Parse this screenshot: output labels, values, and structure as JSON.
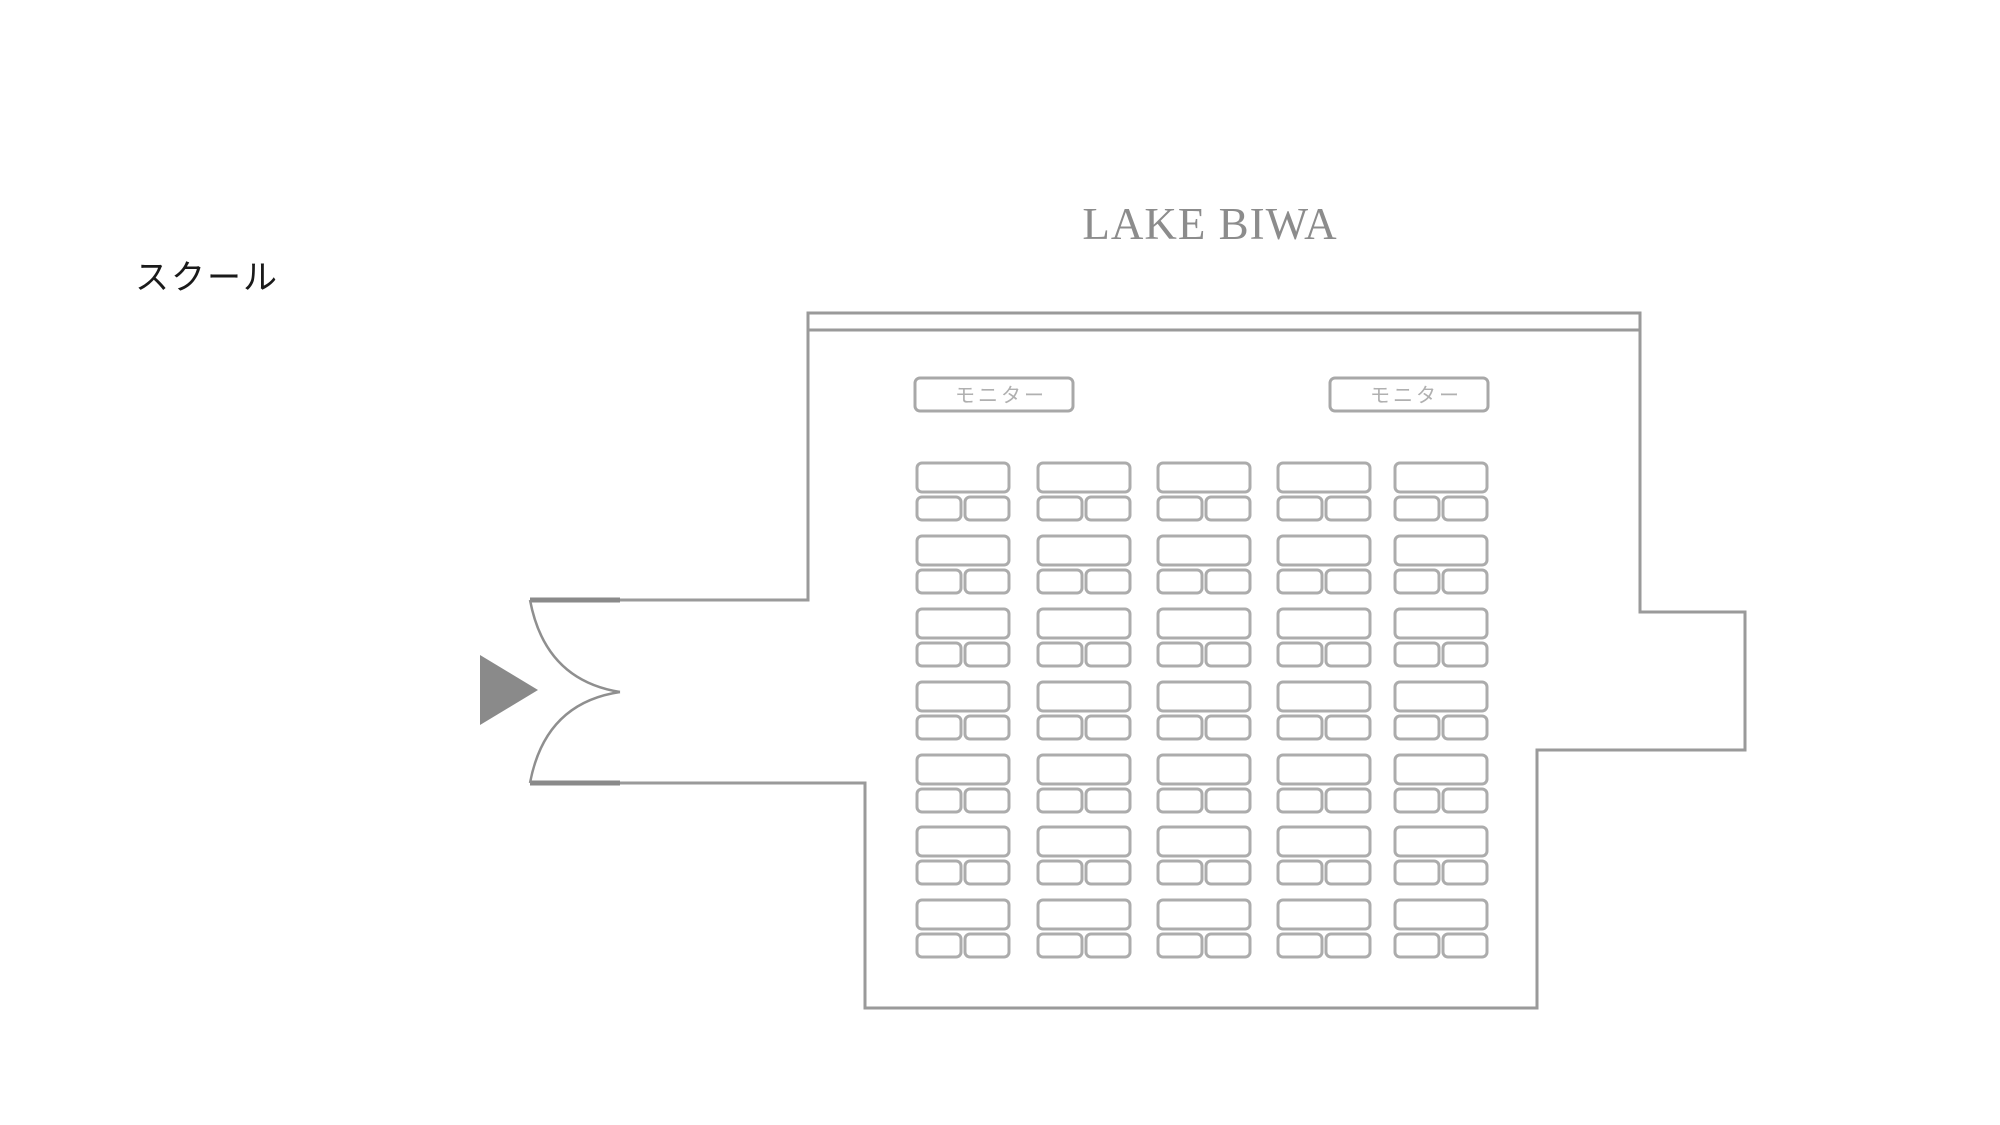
{
  "layout_label": "スクール",
  "room": {
    "name": "LAKE BIWA",
    "layout_style": "school",
    "wall_color": "#9a9a9a",
    "furniture_color": "#acacac",
    "text_color": "#8c8c8c"
  },
  "monitors": [
    {
      "label": "モニター"
    },
    {
      "label": "モニター"
    }
  ],
  "entrance": {
    "icon": "arrow-right-icon",
    "door_type": "double-door"
  },
  "seating": {
    "columns": 5,
    "rows": 7,
    "chairs_per_table": 2,
    "total_tables": 35,
    "total_chairs": 70
  }
}
